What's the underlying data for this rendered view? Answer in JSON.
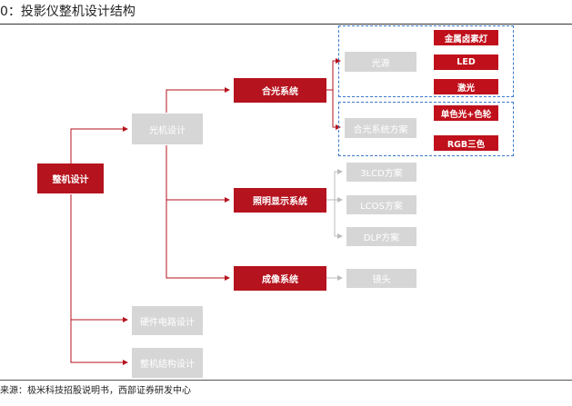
{
  "title": "0：投影仪整机设计结构",
  "source": "来源：极米科技招股说明书，西部证券研发中心",
  "colors": {
    "red": "#b5131e",
    "gray": "#d6d6d6",
    "line": "#b5131e",
    "dash": "#3a78c9"
  },
  "nodes": {
    "root": "整机设计",
    "optical": "光机设计",
    "hardware": "硬件电路设计",
    "structure": "整机结构设计",
    "combine": "合光系统",
    "illum": "照明显示系统",
    "imaging": "成像系统",
    "light_source": "光源",
    "combine_scheme": "合光系统方案",
    "lcd3": "3LCD方案",
    "lcos": "LCOS方案",
    "dlp": "DLP方案",
    "lens": "镜头",
    "metal_halide": "金属卤素灯",
    "led": "LED",
    "laser": "激光",
    "mono_wheel": "单色光+色轮",
    "rgb3": "RGB三色"
  }
}
